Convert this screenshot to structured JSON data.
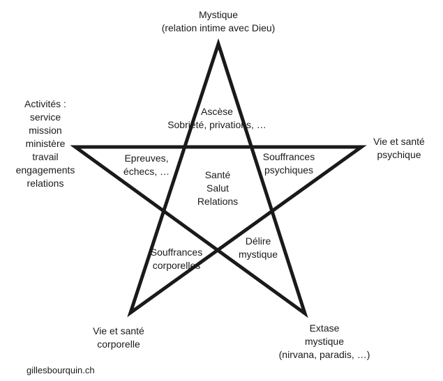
{
  "diagram": {
    "stroke_color": "#1a1a1a",
    "vertices": {
      "top": {
        "lines": [
          "Mystique",
          "(relation intime avec Dieu)"
        ]
      },
      "left": {
        "lines": [
          "Activités :",
          "service",
          "mission",
          "ministère",
          "travail",
          "engagements",
          "relations"
        ]
      },
      "right": {
        "lines": [
          "Vie et santé",
          "psychique"
        ]
      },
      "bottom_left": {
        "lines": [
          "Vie et santé",
          "corporelle"
        ]
      },
      "bottom_right": {
        "lines": [
          "Extase",
          "mystique",
          "(nirvana, paradis, …)"
        ]
      }
    },
    "regions": {
      "top": {
        "lines": [
          "Ascèse",
          "Sobriété, privations, …"
        ]
      },
      "left": {
        "lines": [
          "Epreuves,",
          "échecs, …"
        ]
      },
      "right": {
        "lines": [
          "Souffrances",
          "psychiques"
        ]
      },
      "center": {
        "lines": [
          "Santé",
          "Salut",
          "Relations"
        ]
      },
      "bottom_left": {
        "lines": [
          "Souffrances",
          "corporelles"
        ]
      },
      "bottom_right": {
        "lines": [
          "Délire",
          "mystique"
        ]
      }
    }
  },
  "footer": {
    "credit": "gillesbourquin.ch"
  }
}
